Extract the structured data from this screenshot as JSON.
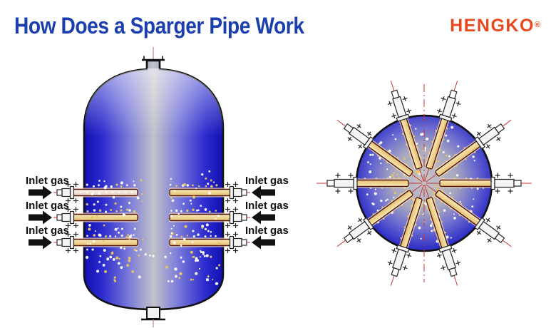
{
  "title": "How Does a Sparger Pipe Work",
  "brand": {
    "name": "HENGKO",
    "registered": "®"
  },
  "colors": {
    "title": "#1b3fae",
    "brand": "#e8481e",
    "outline": "#111111",
    "tank_edge_blue": "#1010b2",
    "tank_mid_blue": "#2b2bce",
    "tank_center_gray": "#c2c2c9",
    "circle_center_gray": "#c6c6cb",
    "circle_edge_blue": "#1414b4",
    "pipe_fill": "#f0d694",
    "pipe_fill_top": "#f9ecc0",
    "pipe_fill_porous": "#f4e3d6",
    "pipe_glow": "#fdeec5",
    "pipe_border": "#4e1010",
    "fitting_fill": "#f4f4f4",
    "fitting_border": "#222222",
    "centerline_red": "#c43535",
    "nozzle_line_red": "#d08a8a",
    "bubble_white": "#ffffff",
    "bubble_yellow": "#eac75f",
    "arrow": "#111111",
    "label": "#111111"
  },
  "side_view": {
    "rows_y": [
      270,
      305,
      340
    ],
    "labels": [
      {
        "text": "Inlet gas",
        "side": "left",
        "row": 0
      },
      {
        "text": "Inlet gas",
        "side": "left",
        "row": 1
      },
      {
        "text": "Inlet gas",
        "side": "left",
        "row": 2
      },
      {
        "text": "Inlet gas",
        "side": "right",
        "row": 0
      },
      {
        "text": "Inlet gas",
        "side": "right",
        "row": 1
      },
      {
        "text": "Inlet gas",
        "side": "right",
        "row": 2
      }
    ]
  },
  "top_view": {
    "pipe_angles_deg": [
      0,
      36,
      72,
      108,
      144,
      180,
      216,
      252,
      288,
      324
    ]
  }
}
